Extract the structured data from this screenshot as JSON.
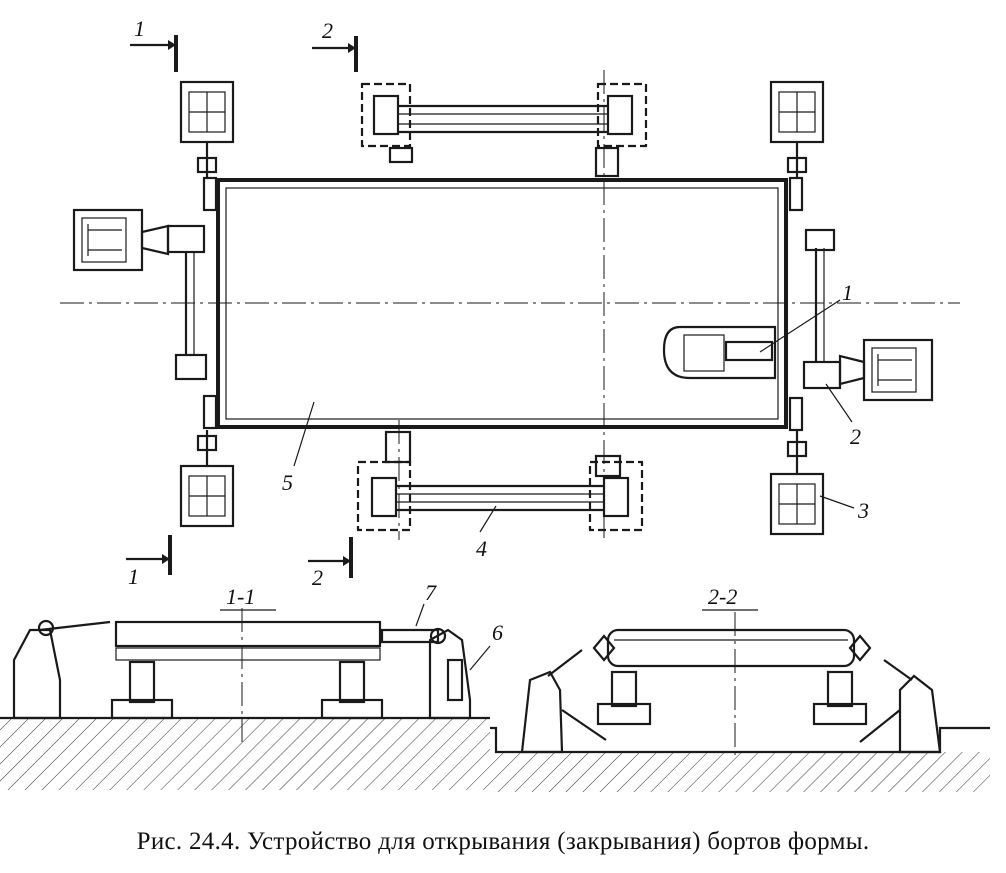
{
  "caption": "Рис. 24.4. Устройство для открывания (закрывания) бортов формы.",
  "callouts": [
    "1",
    "2",
    "3",
    "4",
    "5",
    "6",
    "7"
  ],
  "section_marks": [
    "1",
    "2",
    "1",
    "2"
  ],
  "section_titles": [
    "1-1",
    "2-2"
  ]
}
